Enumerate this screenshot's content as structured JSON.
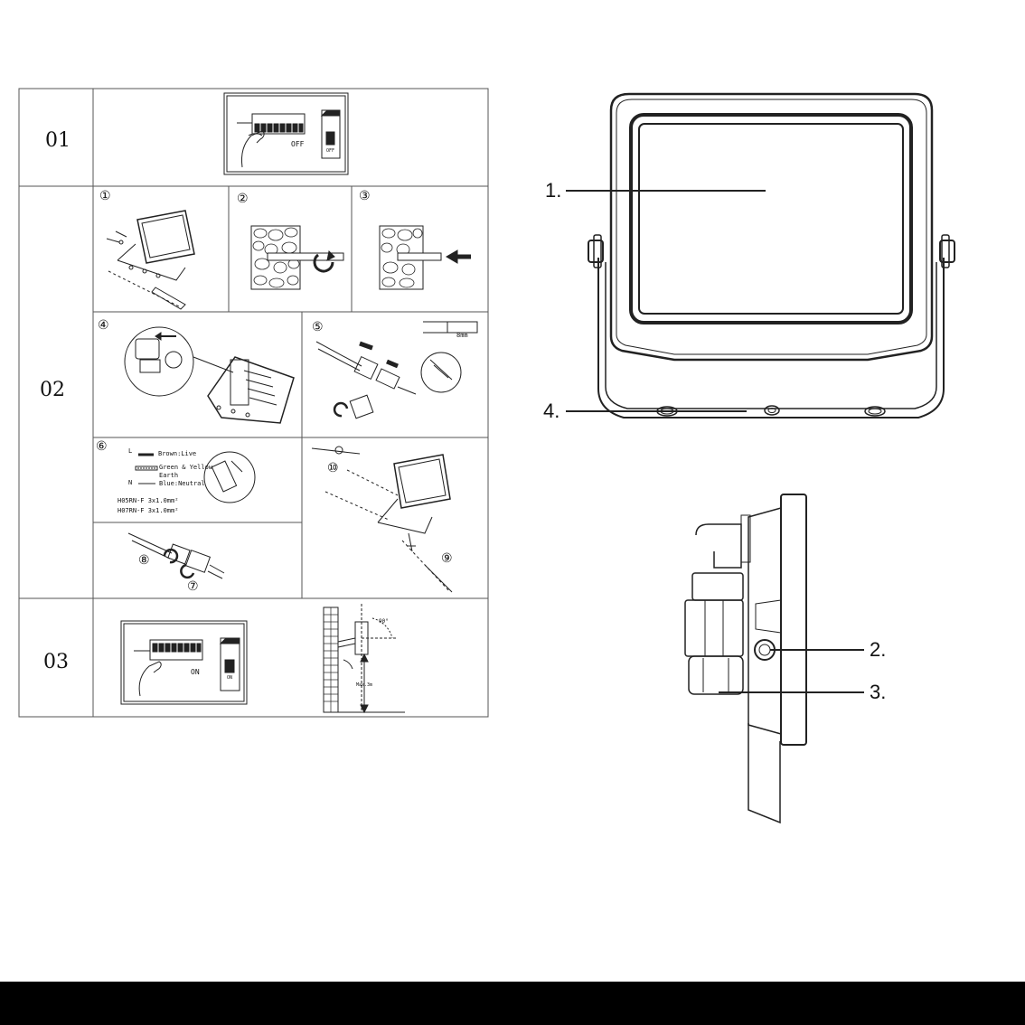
{
  "instruction_table": {
    "steps": [
      {
        "label": "01"
      },
      {
        "label": "02"
      },
      {
        "label": "03"
      }
    ],
    "sub_steps": [
      "①",
      "②",
      "③",
      "④",
      "⑤",
      "⑥",
      "⑦",
      "⑧",
      "⑨",
      "⑩"
    ],
    "switch_off": {
      "label": "OFF",
      "knob": "OFF"
    },
    "switch_on": {
      "label": "ON",
      "knob": "ON"
    },
    "wiring": {
      "live_symbol": "L",
      "live": "Brown:Live",
      "earth_line1": "Green & Yellow",
      "earth_line2": "Earth",
      "neutral_symbol": "N",
      "neutral": "Blue:Neutral",
      "cable1": "H05RN-F 3x1.0mm²",
      "cable2": "H07RN-F 3x1.0mm²"
    },
    "mounting": {
      "angle": "90°",
      "height": "Max.3m"
    },
    "strip_length": "8mm"
  },
  "product_diagram": {
    "callouts": [
      "1.",
      "2.",
      "3.",
      "4."
    ]
  }
}
